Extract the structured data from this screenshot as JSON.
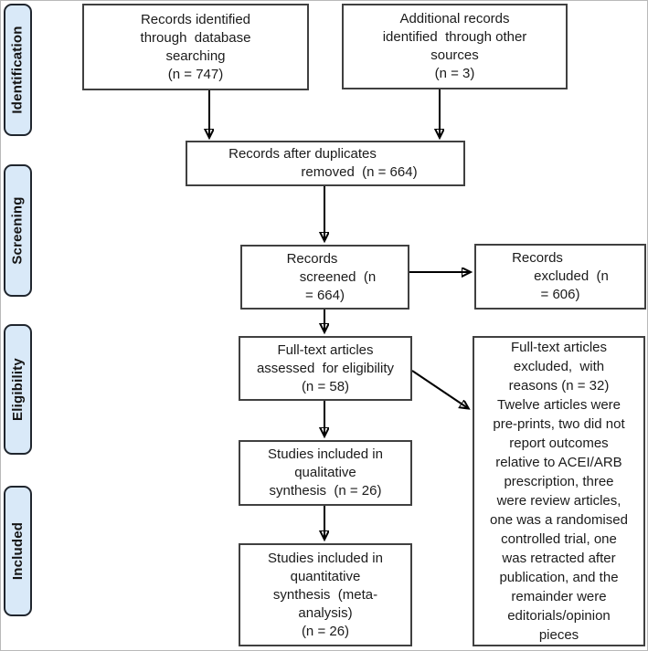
{
  "stages": [
    {
      "label": "Identification"
    },
    {
      "label": "Screening"
    },
    {
      "label": "Eligibility"
    },
    {
      "label": "Included"
    }
  ],
  "boxes": {
    "identified_database": {
      "lines": [
        "Records identified",
        "through  database",
        "searching",
        "(n = 747)"
      ],
      "count": 747
    },
    "identified_other": {
      "lines": [
        "Additional records",
        "identified  through other",
        "sources",
        "(n = 3)"
      ],
      "count": 3
    },
    "after_duplicates": {
      "lines": [
        "Records after duplicates",
        "removed  (n = 664)"
      ],
      "count": 664
    },
    "screened": {
      "lines": [
        "Records",
        "screened  (n",
        "= 664)"
      ],
      "count": 664
    },
    "excluded": {
      "lines": [
        "Records",
        "excluded  (n",
        "= 606)"
      ],
      "count": 606
    },
    "fulltext_assessed": {
      "lines": [
        "Full-text articles",
        "assessed  for eligibility",
        "(n = 58)"
      ],
      "count": 58
    },
    "fulltext_excluded": {
      "lines": [
        "Full-text articles",
        "excluded,  with",
        "reasons (n = 32)",
        "Twelve articles were",
        "pre-prints, two did not",
        "report outcomes",
        "relative to ACEI/ARB",
        "prescription, three",
        "were review articles,",
        "one was a randomised",
        "controlled trial, one",
        "was retracted after",
        "publication, and the",
        "remainder were",
        "editorials/opinion",
        "pieces"
      ],
      "count": 32
    },
    "qualitative": {
      "lines": [
        "Studies included in",
        "qualitative",
        "synthesis  (n = 26)"
      ],
      "count": 26
    },
    "quantitative": {
      "lines": [
        "Studies included in",
        "quantitative",
        "synthesis  (meta-",
        "analysis)",
        "(n = 26)"
      ],
      "count": 26
    }
  },
  "colors": {
    "stage_fill": "#d9e9f8",
    "stage_border": "#20262e",
    "box_border": "#404040",
    "arrow": "#000000",
    "text": "#1b1b1b",
    "frame_border": "#b9b9b9"
  }
}
